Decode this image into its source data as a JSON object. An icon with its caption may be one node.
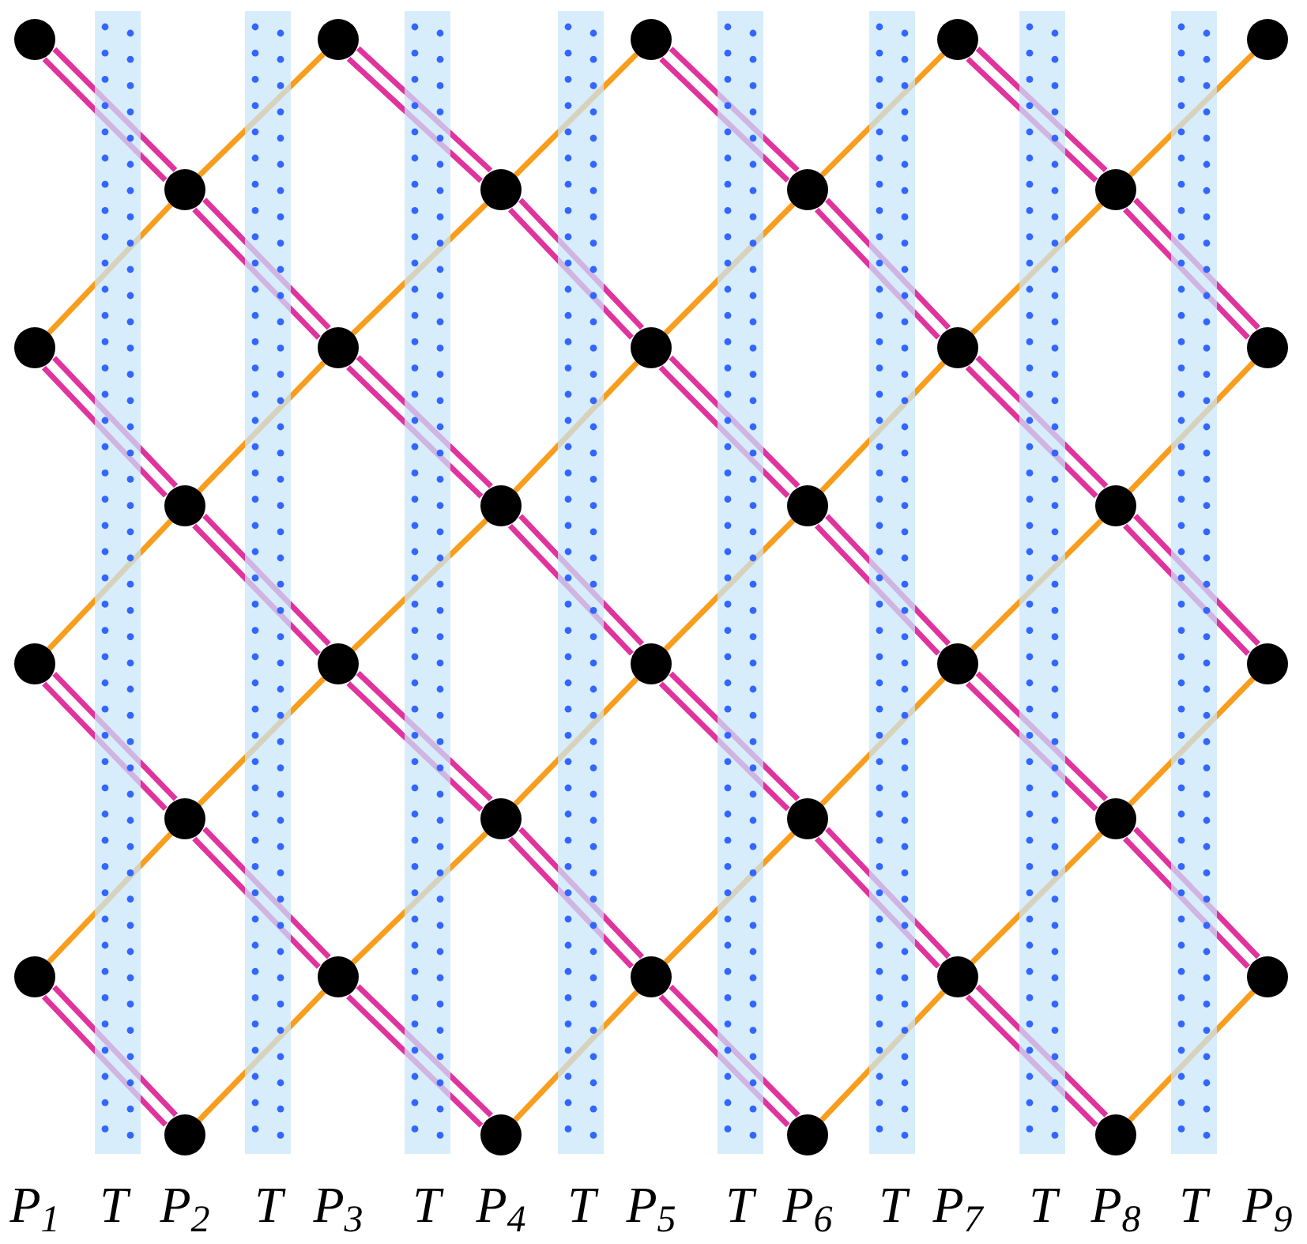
{
  "diagram": {
    "nodes": [
      {
        "text": [],
        "shape": "circle"
      },
      {
        "text": [],
        "shape": "circle"
      },
      {
        "text": [],
        "shape": "circle"
      },
      {
        "text": [],
        "shape": "circle"
      },
      {
        "text": [],
        "shape": "circle"
      },
      {
        "text": [],
        "shape": "circle"
      },
      {
        "text": [],
        "shape": "circle"
      },
      {
        "text": [],
        "shape": "circle"
      },
      {
        "text": [],
        "shape": "circle"
      },
      {
        "text": [],
        "shape": "circle"
      },
      {
        "text": [],
        "shape": "circle"
      },
      {
        "text": [],
        "shape": "circle"
      },
      {
        "text": [],
        "shape": "circle"
      },
      {
        "text": [],
        "shape": "circle"
      },
      {
        "text": [],
        "shape": "circle"
      },
      {
        "text": [],
        "shape": "circle"
      },
      {
        "text": [],
        "shape": "circle"
      },
      {
        "text": [],
        "shape": "circle"
      },
      {
        "text": [],
        "shape": "circle"
      },
      {
        "text": [],
        "shape": "circle"
      },
      {
        "text": [],
        "shape": "circle"
      },
      {
        "text": [],
        "shape": "circle"
      },
      {
        "text": [],
        "shape": "circle"
      },
      {
        "text": [],
        "shape": "circle"
      },
      {
        "text": [],
        "shape": "circle"
      },
      {
        "text": [],
        "shape": "circle"
      },
      {
        "text": [],
        "shape": "circle"
      },
      {
        "text": [],
        "shape": "circle"
      },
      {
        "text": [],
        "shape": "circle"
      },
      {
        "text": [],
        "shape": "circle"
      },
      {
        "text": [],
        "shape": "circle"
      },
      {
        "text": [],
        "shape": "circle"
      },
      {
        "text": [],
        "shape": "circle"
      },
      {
        "text": [],
        "shape": "circle"
      },
      {
        "text": [],
        "shape": "circle"
      },
      {
        "text": [],
        "shape": "circle"
      }
    ],
    "edges": [
      {
        "from": 0,
        "to": 5,
        "arrow": "none",
        "style": "thick",
        "color": "#e0339e"
      },
      {
        "from": 1,
        "to": 6,
        "arrow": "none",
        "style": "thick",
        "color": "#e0339e"
      },
      {
        "from": 2,
        "to": 7,
        "arrow": "none",
        "style": "thick",
        "color": "#e0339e"
      },
      {
        "from": 3,
        "to": 8,
        "arrow": "none",
        "style": "thick",
        "color": "#e0339e"
      },
      {
        "from": 5,
        "to": 10,
        "arrow": "none",
        "style": "thick",
        "color": "#e0339e"
      },
      {
        "from": 6,
        "to": 11,
        "arrow": "none",
        "style": "thick",
        "color": "#e0339e"
      },
      {
        "from": 7,
        "to": 12,
        "arrow": "none",
        "style": "thick",
        "color": "#e0339e"
      },
      {
        "from": 8,
        "to": 13,
        "arrow": "none",
        "style": "thick",
        "color": "#e0339e"
      },
      {
        "from": 9,
        "to": 14,
        "arrow": "none",
        "style": "thick",
        "color": "#e0339e"
      },
      {
        "from": 10,
        "to": 15,
        "arrow": "none",
        "style": "thick",
        "color": "#e0339e"
      },
      {
        "from": 11,
        "to": 16,
        "arrow": "none",
        "style": "thick",
        "color": "#e0339e"
      },
      {
        "from": 12,
        "to": 17,
        "arrow": "none",
        "style": "thick",
        "color": "#e0339e"
      },
      {
        "from": 14,
        "to": 19,
        "arrow": "none",
        "style": "thick",
        "color": "#e0339e"
      },
      {
        "from": 15,
        "to": 20,
        "arrow": "none",
        "style": "thick",
        "color": "#e0339e"
      },
      {
        "from": 16,
        "to": 21,
        "arrow": "none",
        "style": "thick",
        "color": "#e0339e"
      },
      {
        "from": 17,
        "to": 22,
        "arrow": "none",
        "style": "thick",
        "color": "#e0339e"
      },
      {
        "from": 18,
        "to": 23,
        "arrow": "none",
        "style": "thick",
        "color": "#e0339e"
      },
      {
        "from": 19,
        "to": 24,
        "arrow": "none",
        "style": "thick",
        "color": "#e0339e"
      },
      {
        "from": 20,
        "to": 25,
        "arrow": "none",
        "style": "thick",
        "color": "#e0339e"
      },
      {
        "from": 21,
        "to": 26,
        "arrow": "none",
        "style": "thick",
        "color": "#e0339e"
      },
      {
        "from": 23,
        "to": 28,
        "arrow": "none",
        "style": "thick",
        "color": "#e0339e"
      },
      {
        "from": 24,
        "to": 29,
        "arrow": "none",
        "style": "thick",
        "color": "#e0339e"
      },
      {
        "from": 25,
        "to": 30,
        "arrow": "none",
        "style": "thick",
        "color": "#e0339e"
      },
      {
        "from": 26,
        "to": 31,
        "arrow": "none",
        "style": "thick",
        "color": "#e0339e"
      },
      {
        "from": 27,
        "to": 32,
        "arrow": "none",
        "style": "thick",
        "color": "#e0339e"
      },
      {
        "from": 28,
        "to": 33,
        "arrow": "none",
        "style": "thick",
        "color": "#e0339e"
      },
      {
        "from": 29,
        "to": 34,
        "arrow": "none",
        "style": "thick",
        "color": "#e0339e"
      },
      {
        "from": 30,
        "to": 35,
        "arrow": "none",
        "style": "thick",
        "color": "#e0339e"
      },
      {
        "from": 5,
        "to": 1,
        "arrow": "none",
        "color": "#f99d1c"
      },
      {
        "from": 6,
        "to": 2,
        "arrow": "none",
        "color": "#f99d1c"
      },
      {
        "from": 7,
        "to": 3,
        "arrow": "none",
        "color": "#f99d1c"
      },
      {
        "from": 8,
        "to": 4,
        "arrow": "none",
        "color": "#f99d1c"
      },
      {
        "from": 9,
        "to": 5,
        "arrow": "none",
        "color": "#f99d1c"
      },
      {
        "from": 10,
        "to": 6,
        "arrow": "none",
        "color": "#f99d1c"
      },
      {
        "from": 11,
        "to": 7,
        "arrow": "none",
        "color": "#f99d1c"
      },
      {
        "from": 12,
        "to": 8,
        "arrow": "none",
        "color": "#f99d1c"
      },
      {
        "from": 14,
        "to": 10,
        "arrow": "none",
        "color": "#f99d1c"
      },
      {
        "from": 15,
        "to": 11,
        "arrow": "none",
        "color": "#f99d1c"
      },
      {
        "from": 16,
        "to": 12,
        "arrow": "none",
        "color": "#f99d1c"
      },
      {
        "from": 17,
        "to": 13,
        "arrow": "none",
        "color": "#f99d1c"
      },
      {
        "from": 18,
        "to": 14,
        "arrow": "none",
        "color": "#f99d1c"
      },
      {
        "from": 19,
        "to": 15,
        "arrow": "none",
        "color": "#f99d1c"
      },
      {
        "from": 20,
        "to": 16,
        "arrow": "none",
        "color": "#f99d1c"
      },
      {
        "from": 21,
        "to": 17,
        "arrow": "none",
        "color": "#f99d1c"
      },
      {
        "from": 23,
        "to": 19,
        "arrow": "none",
        "color": "#f99d1c"
      },
      {
        "from": 24,
        "to": 20,
        "arrow": "none",
        "color": "#f99d1c"
      },
      {
        "from": 25,
        "to": 21,
        "arrow": "none",
        "color": "#f99d1c"
      },
      {
        "from": 26,
        "to": 22,
        "arrow": "none",
        "color": "#f99d1c"
      },
      {
        "from": 27,
        "to": 23,
        "arrow": "none",
        "color": "#f99d1c"
      },
      {
        "from": 28,
        "to": 24,
        "arrow": "none",
        "color": "#f99d1c"
      },
      {
        "from": 29,
        "to": 25,
        "arrow": "none",
        "color": "#f99d1c"
      },
      {
        "from": 30,
        "to": 26,
        "arrow": "none",
        "color": "#f99d1c"
      },
      {
        "from": 32,
        "to": 28,
        "arrow": "none",
        "color": "#f99d1c"
      },
      {
        "from": 33,
        "to": 29,
        "arrow": "none",
        "color": "#f99d1c"
      },
      {
        "from": 34,
        "to": 30,
        "arrow": "none",
        "color": "#f99d1c"
      },
      {
        "from": 35,
        "to": 31,
        "arrow": "none",
        "color": "#f99d1c"
      }
    ],
    "labels": [
      "P$_{1}$",
      "T",
      "P$_{2}$",
      "T",
      "P$_{3}$",
      "T",
      "P$_{4}$",
      "T",
      "P$_{5}$",
      "T",
      "P$_{6}$",
      "T",
      "P$_{7}$",
      "T",
      "P$_{8}$",
      "T",
      "P$_{9}$"
    ]
  }
}
